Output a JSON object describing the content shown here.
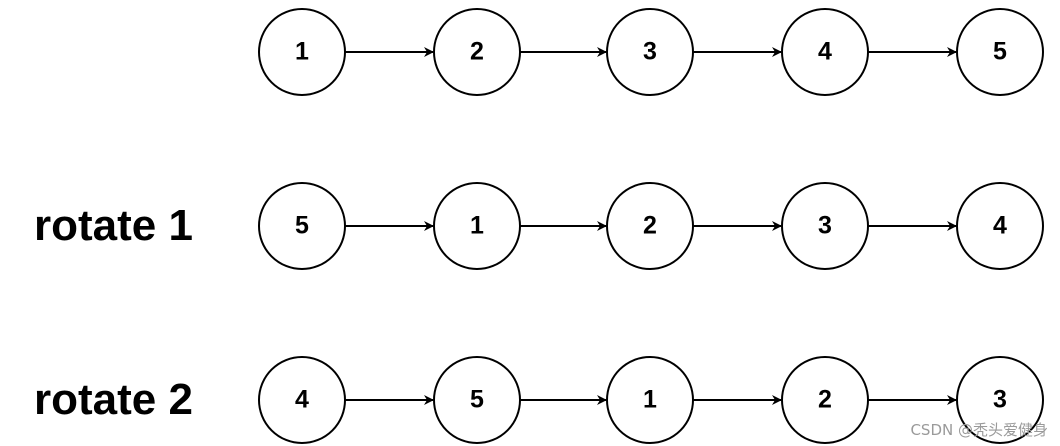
{
  "diagram": {
    "rows": [
      {
        "label": "",
        "nodes": [
          "1",
          "2",
          "3",
          "4",
          "5"
        ]
      },
      {
        "label": "rotate 1",
        "nodes": [
          "5",
          "1",
          "2",
          "3",
          "4"
        ]
      },
      {
        "label": "rotate 2",
        "nodes": [
          "4",
          "5",
          "1",
          "2",
          "3"
        ]
      }
    ]
  },
  "watermark": "CSDN @秃头爱健身",
  "colors": {
    "stroke": "#000000",
    "fill": "#ffffff",
    "watermark": "#9a9a9a"
  }
}
